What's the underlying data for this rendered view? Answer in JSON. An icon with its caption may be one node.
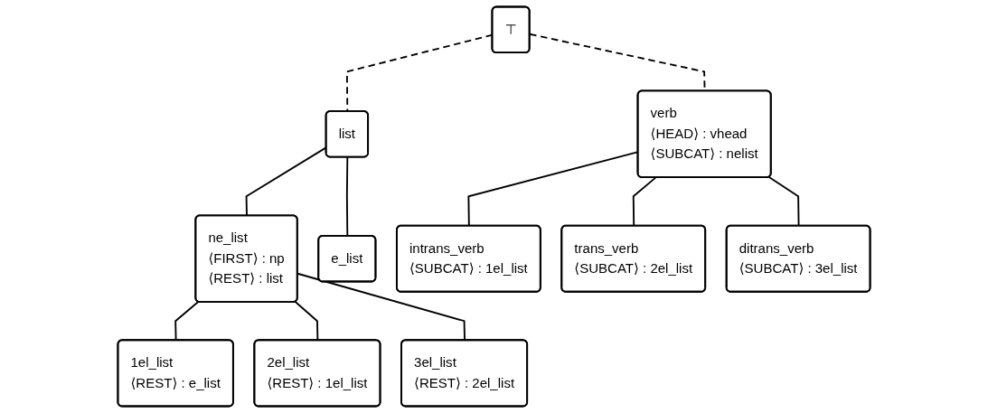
{
  "diagram": {
    "nodes": [
      {
        "text": [
          "⊤"
        ]
      },
      {
        "text": [
          "list"
        ]
      },
      {
        "text": [
          "verb",
          "⟨HEAD⟩ : vhead",
          "⟨SUBCAT⟩ : nelist"
        ]
      },
      {
        "text": [
          "ne_list",
          "⟨FIRST⟩ : np",
          "⟨REST⟩ : list"
        ]
      },
      {
        "text": [
          "e_list"
        ]
      },
      {
        "text": [
          "intrans_verb",
          "⟨SUBCAT⟩ : 1el_list"
        ]
      },
      {
        "text": [
          "trans_verb",
          "⟨SUBCAT⟩ : 2el_list"
        ]
      },
      {
        "text": [
          "ditrans_verb",
          "⟨SUBCAT⟩ : 3el_list"
        ]
      },
      {
        "text": [
          "1el_list",
          "⟨REST⟩ : e_list"
        ]
      },
      {
        "text": [
          "2el_list",
          "⟨REST⟩ : 1el_list"
        ]
      },
      {
        "text": [
          "3el_list",
          "⟨REST⟩ : 2el_list"
        ]
      }
    ],
    "edges": [
      {
        "from": 0,
        "to": 1,
        "arrow": "none",
        "style": "dashed"
      },
      {
        "from": 0,
        "to": 2,
        "arrow": "none",
        "style": "dashed"
      },
      {
        "from": 1,
        "to": 3,
        "arrow": "none"
      },
      {
        "from": 1,
        "to": 4,
        "arrow": "none"
      },
      {
        "from": 2,
        "to": 5,
        "arrow": "none"
      },
      {
        "from": 2,
        "to": 6,
        "arrow": "none"
      },
      {
        "from": 2,
        "to": 7,
        "arrow": "none"
      },
      {
        "from": 3,
        "to": 8,
        "arrow": "none"
      },
      {
        "from": 3,
        "to": 9,
        "arrow": "none"
      },
      {
        "from": 3,
        "to": 10,
        "arrow": "none"
      }
    ]
  }
}
